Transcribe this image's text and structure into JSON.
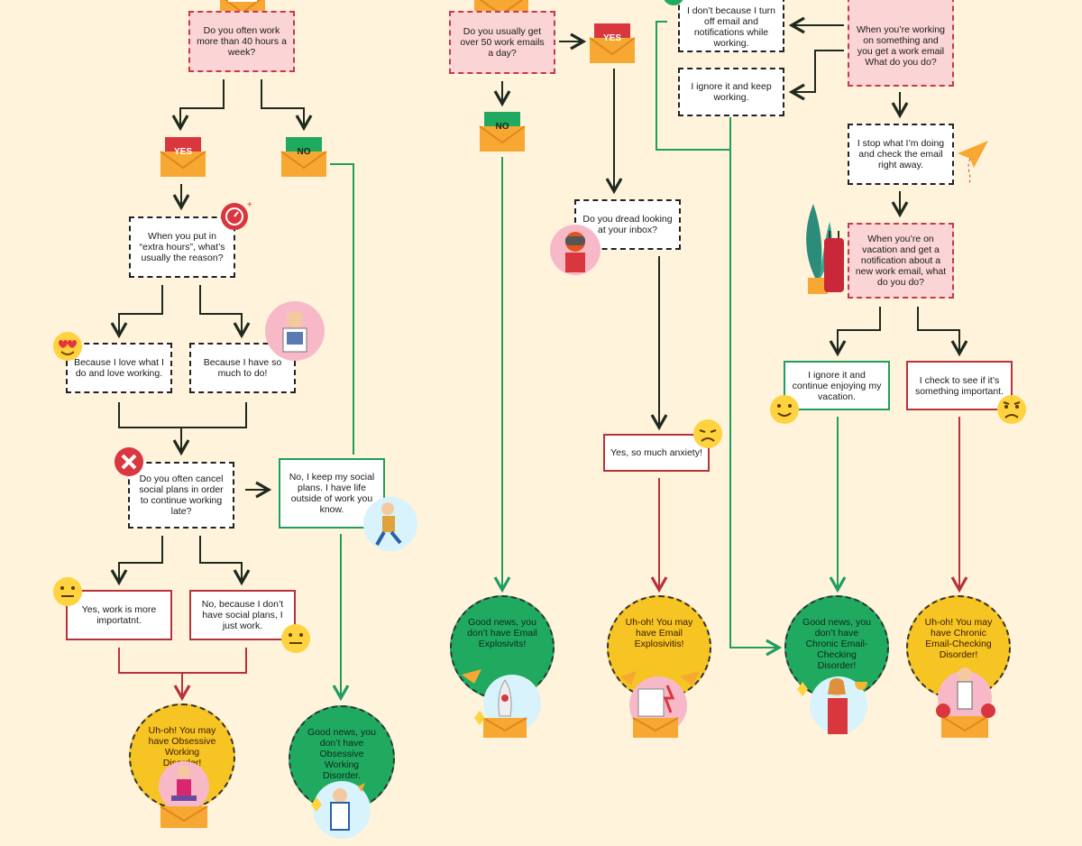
{
  "questions": {
    "q_hours": "Do you often work more than 40 hours a week?",
    "q_extra": "When you put in “extra hours”, what’s usually the reason?",
    "q_cancel": "Do you often cancel social plans in order to continue working late?",
    "q_emails": "Do you usually get over 50 work emails a day?",
    "q_dread": "Do you dread looking at your inbox?",
    "q_working": "When you’re working on something and you get a work email What do you do?",
    "q_vacation": "When you’re on vacation and get a notification about a new work email, what do you do?"
  },
  "answers": {
    "a_love": "Because I love what I do and love working.",
    "a_much": "Because I have so much to do!",
    "a_keep_plans": "No, I keep my social plans. I have life outside of work you know.",
    "a_important": "Yes, work is more importatnt.",
    "a_no_social": "No, because I don’t have social plans, I just work.",
    "a_anxiety": "Yes, so much anxiety!",
    "a_dont": "I don’t because I turn off email and notifications while working.",
    "a_ignore_keep": "I ignore it and keep working.",
    "a_stop": "I stop what I’m doing and check the email right away.",
    "a_ignore_vac": "I ignore it and continue enjoying my vacation.",
    "a_check": "I check to see if it’s something important."
  },
  "results": {
    "r1": "Uh-oh! You may have Obsessive Working Disorder!",
    "r2": "Good news, you don’t have Obsessive Working Disorder.",
    "r3": "Good news, you don’t have Email Explosivits!",
    "r4": "Uh-oh! You may have Email Explosivitis!",
    "r5": "Good news, you don’t have Chronic Email-Checking Disorder!",
    "r6": "Uh-oh! You may have Chronic Email-Checking Disorder!"
  },
  "labels": {
    "yes": "YES",
    "no": "NO"
  },
  "colors": {
    "background": "#fff3dc",
    "red_line": "#b8323b",
    "green_line": "#1f9e5e",
    "dark_line": "#1e2a1e",
    "green_result": "#1faa60",
    "yellow_result": "#f6c423"
  }
}
